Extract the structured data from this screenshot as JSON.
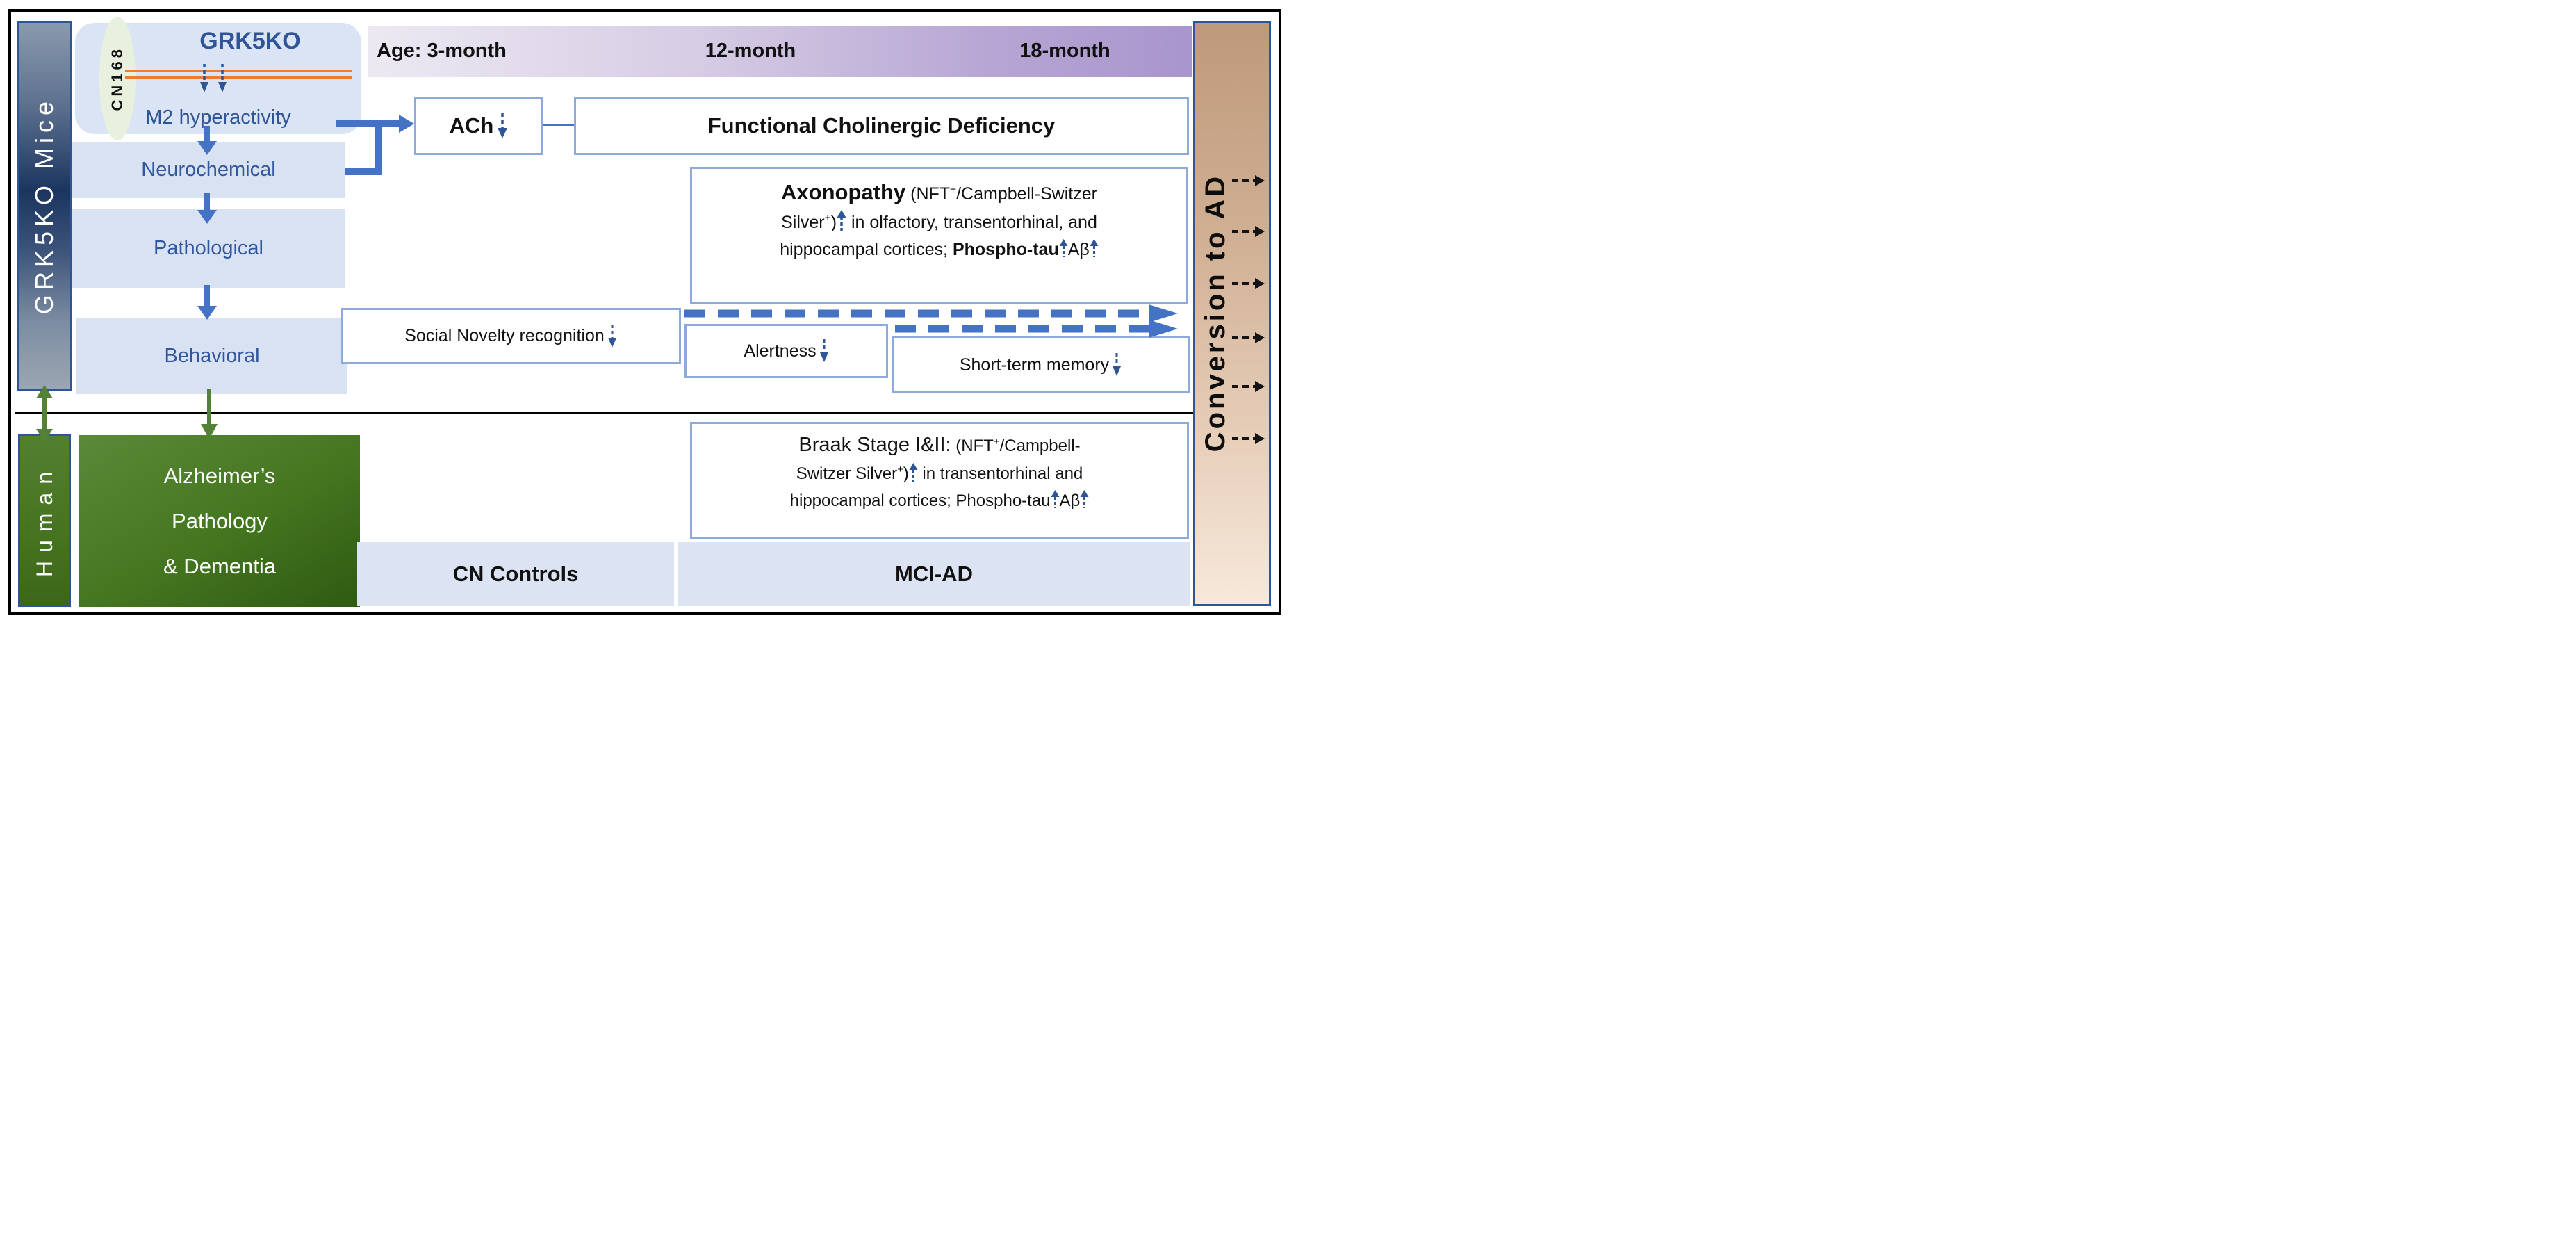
{
  "colors": {
    "accent_blue_text": "#2f5597",
    "arrow_blue": "#4472c4",
    "box_border_blue": "#8eaadb",
    "panel_blue_fill": "#dbe4f4",
    "green": "#538135",
    "orange": "#ed7d31",
    "age_purple": "#a995cd",
    "sidebar_tan_top": "#c0997b",
    "sidebar_tan_bottom": "#f7e9db"
  },
  "left_panel": {
    "mice_label": "GRK5KO Mice",
    "cn168_label": "CN168",
    "grk5ko_title": "GRK5KO",
    "m2_label": "M2 hyperactivity",
    "neurochemical_label": "Neurochemical",
    "pathological_label": "Pathological",
    "behavioral_label": "Behavioral",
    "human_label": "Human",
    "alzheimers_lines": [
      "Alzheimer’s",
      "Pathology",
      "& Dementia"
    ]
  },
  "age_bar": {
    "age_3": "Age: 3-month",
    "age_12": "12-month",
    "age_18": "18-month"
  },
  "cholinergic": {
    "ach_label": "ACh",
    "deficiency_label": "Functional Cholinergic Deficiency"
  },
  "axonopathy_box": {
    "title": "Axonopathy",
    "line1_a": " (NFT",
    "line1_sup": "+",
    "line1_b": "/Campbell-Switzer",
    "line2_a": "Silver",
    "line2_sup": "+",
    "line2_b": ")",
    "line2_c": " in olfactory, transentorhinal, and",
    "line3_a": "hippocampal cortices; ",
    "line3_phospho": "Phospho-tau",
    "line3_abeta": "Aβ"
  },
  "behavior_boxes": {
    "social_label": "Social Novelty recognition",
    "alertness_label": "Alertness",
    "short_term_label": "Short-term memory"
  },
  "braak_box": {
    "title": "Braak Stage I&II:",
    "line1_a": " (NFT",
    "line1_sup": "+",
    "line1_b": "/Campbell-",
    "line2_a": "Switzer Silver",
    "line2_sup": "+",
    "line2_b": ")",
    "line2_c": " in transentorhinal and",
    "line3_a": "hippocampal cortices;  ",
    "line3_phospho": "Phospho-tau",
    "line3_abeta": "Aβ"
  },
  "cohort_bar": {
    "cn_label": "CN Controls",
    "mci_label": "MCI-AD"
  },
  "sidebar": {
    "conversion_label": "Conversion to AD"
  }
}
